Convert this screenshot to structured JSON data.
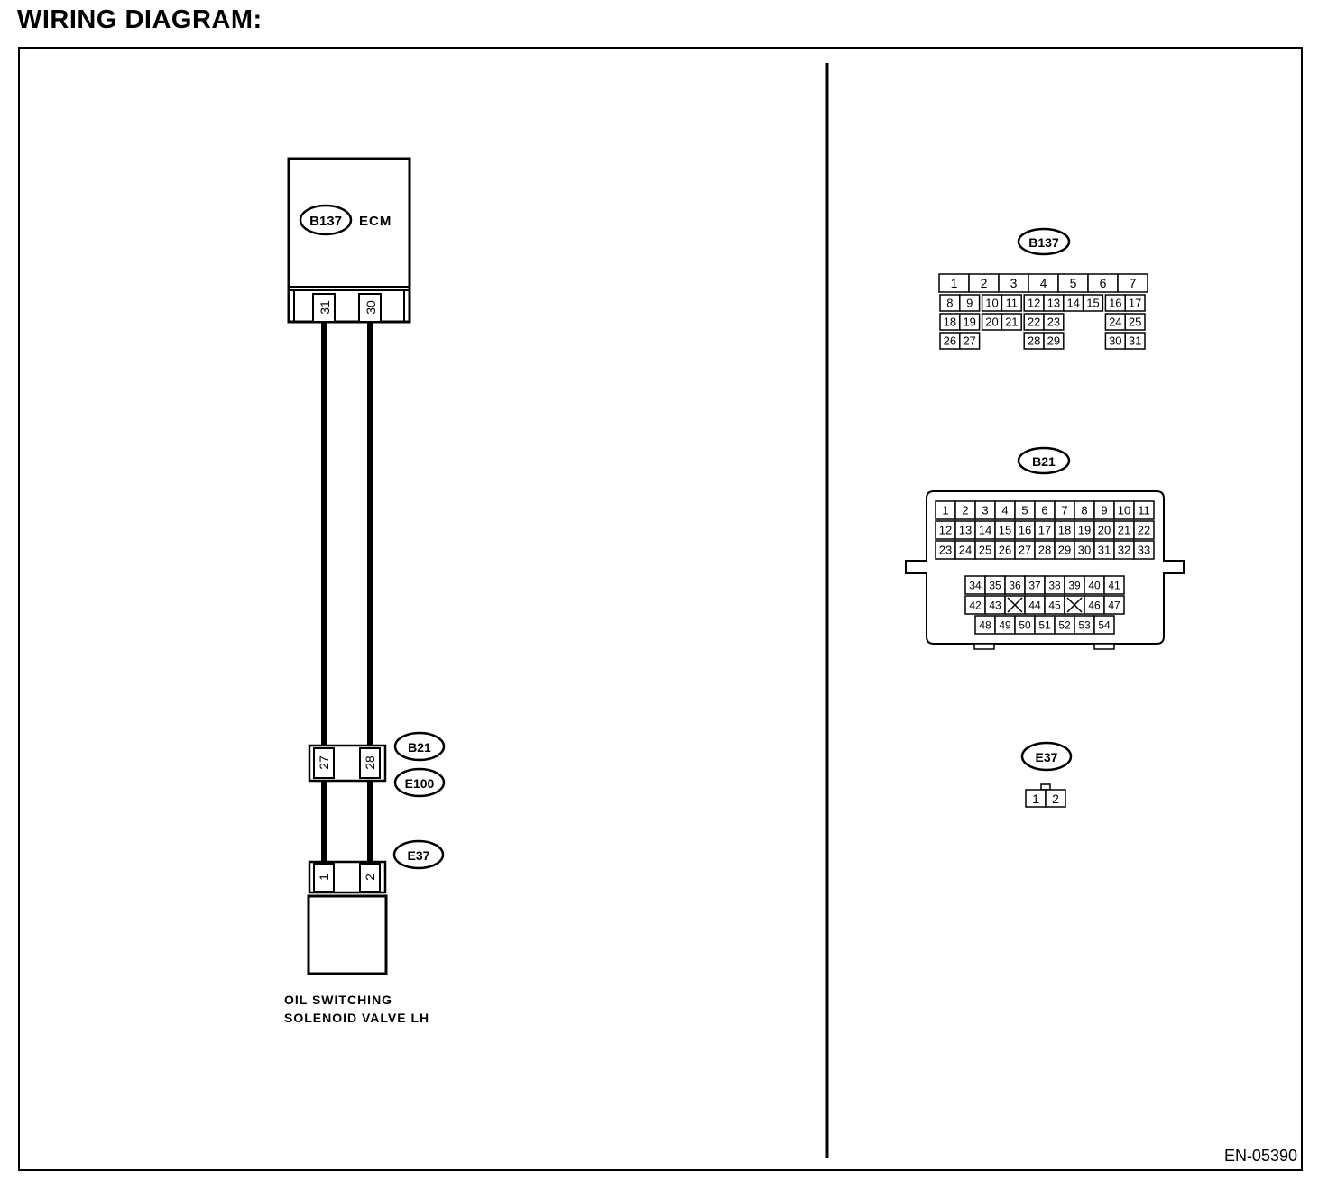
{
  "page_title": "WIRING DIAGRAM:",
  "reference_code": "EN-05390",
  "ecm": {
    "connector": "B137",
    "name": "ECM",
    "pins": [
      "31",
      "30"
    ]
  },
  "joint": {
    "connector_top": "B21",
    "connector_bottom": "E100",
    "pins": [
      "27",
      "28"
    ]
  },
  "solenoid": {
    "connector": "E37",
    "pins": [
      "1",
      "2"
    ],
    "label_line1": "OIL SWITCHING",
    "label_line2": "SOLENOID VALVE LH"
  },
  "connector_views": {
    "b137": {
      "label": "B137",
      "rows": [
        [
          "1",
          "2",
          "3",
          "4",
          "5",
          "6",
          "7"
        ],
        [
          "8",
          "9",
          "10",
          "11",
          "12",
          "13",
          "14",
          "15",
          "16",
          "17"
        ],
        [
          "18",
          "19",
          "20",
          "21",
          "22",
          "23",
          "24",
          "25"
        ],
        [
          "26",
          "27",
          "28",
          "29",
          "30",
          "31"
        ]
      ]
    },
    "b21": {
      "label": "B21",
      "rows": [
        [
          "1",
          "2",
          "3",
          "4",
          "5",
          "6",
          "7",
          "8",
          "9",
          "10",
          "11"
        ],
        [
          "12",
          "13",
          "14",
          "15",
          "16",
          "17",
          "18",
          "19",
          "20",
          "21",
          "22"
        ],
        [
          "23",
          "24",
          "25",
          "26",
          "27",
          "28",
          "29",
          "30",
          "31",
          "32",
          "33"
        ],
        [
          "34",
          "35",
          "36",
          "37",
          "38",
          "39",
          "40",
          "41"
        ],
        [
          "42",
          "43",
          "44",
          "45",
          "46",
          "47"
        ],
        [
          "48",
          "49",
          "50",
          "51",
          "52",
          "53",
          "54"
        ]
      ]
    },
    "e37": {
      "label": "E37",
      "pins": [
        "1",
        "2"
      ]
    }
  }
}
